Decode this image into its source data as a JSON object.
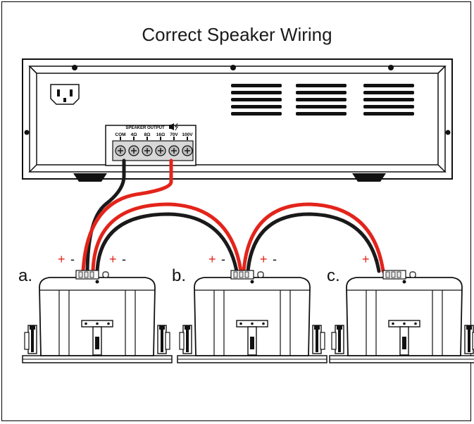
{
  "title": "Correct Speaker Wiring",
  "amplifier": {
    "panel_title": "SPEAKER OUTPUT",
    "terminals": [
      "COM",
      "4Ω",
      "8Ω",
      "16Ω",
      "70V",
      "100V"
    ],
    "power_inlet_icon": "iec-power-inlet-icon",
    "speaker_symbol_icon": "speaker-lightning-icon"
  },
  "speakers": [
    {
      "label": "a.",
      "plus": "+",
      "minus": "-"
    },
    {
      "label": "b.",
      "plus": "+",
      "minus": "-"
    },
    {
      "label": "c.",
      "plus": "+",
      "minus": "-"
    }
  ],
  "extra_polarity": [
    {
      "plus": "+",
      "minus": "-"
    },
    {
      "plus": "+",
      "minus": "-"
    }
  ],
  "colors": {
    "positive_wire": "#e3241b",
    "negative_wire": "#1a1a1a",
    "outline": "#111111",
    "terminal": "#c8c8c8"
  }
}
